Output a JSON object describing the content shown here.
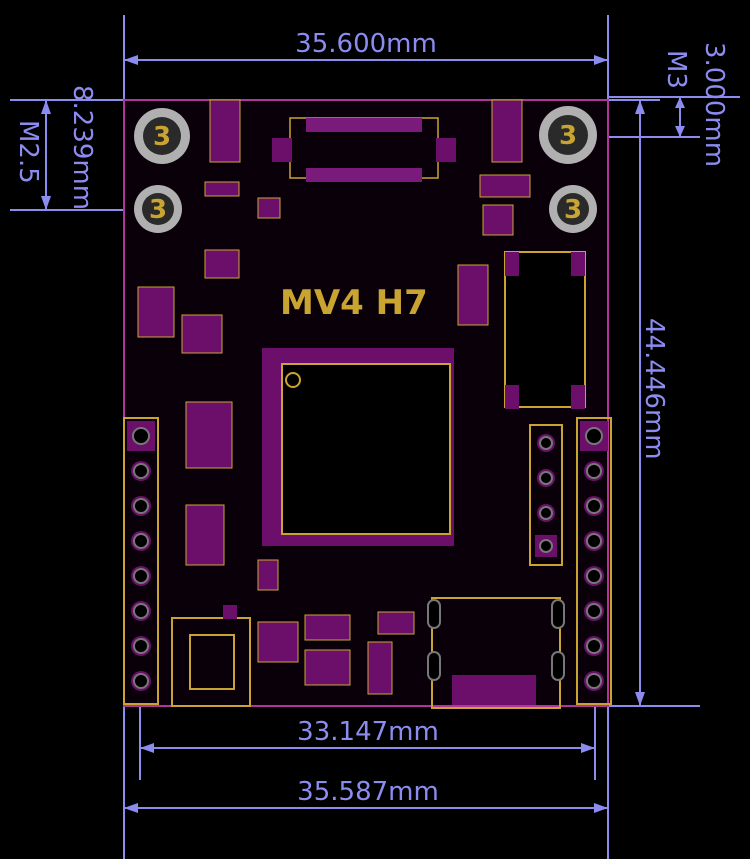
{
  "board": {
    "label": "MV4 H7",
    "hole_markers": [
      "3",
      "3",
      "3",
      "3"
    ]
  },
  "dimensions": {
    "top_width": "35.600mm",
    "left_hole_offset": "8.239mm",
    "left_hole_size": "M2.5",
    "right_hole_offset": "3.000mm",
    "right_hole_size": "M3",
    "right_height": "44.446mm",
    "header_span": "33.147mm",
    "bottom_width": "35.587mm"
  },
  "colors": {
    "background": "#000000",
    "board_outline": "#b0349a",
    "copper_pad": "#6b0f6b",
    "silkscreen": "#c9a431",
    "dimension": "#8c8cf0",
    "hole": "#b0b0b0"
  }
}
